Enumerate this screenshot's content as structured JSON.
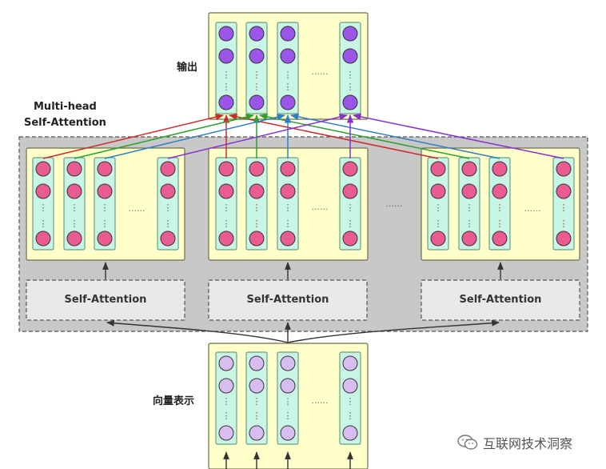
{
  "labels": {
    "output": "输出",
    "multihead_line1": "Multi-head",
    "multihead_line2": "Self-Attention",
    "input": "向量表示",
    "self_attention": "Self-Attention"
  },
  "placeholders": {
    "vertical_dots": "⋮",
    "inner_ellipsis": "......",
    "head_ellipsis": "......"
  },
  "watermark": {
    "text": "互联网技术洞察",
    "icon": "wechat-icon"
  },
  "head_arrow_colors": [
    "#cc2b2b",
    "#2ea12e",
    "#2e7fc4",
    "#8a2fcc"
  ],
  "colors": {
    "panel_bg": "#ffffc9",
    "panel_border": "#6d6d4b",
    "column_bg": "#c9f5e4",
    "column_border": "#6f9c87",
    "output_node": "#9b55e8",
    "head_node": "#ea5b92",
    "input_node": "#d8bdf3",
    "gray_container": "#c8c8c8",
    "sa_box": "#e9e9e9"
  }
}
